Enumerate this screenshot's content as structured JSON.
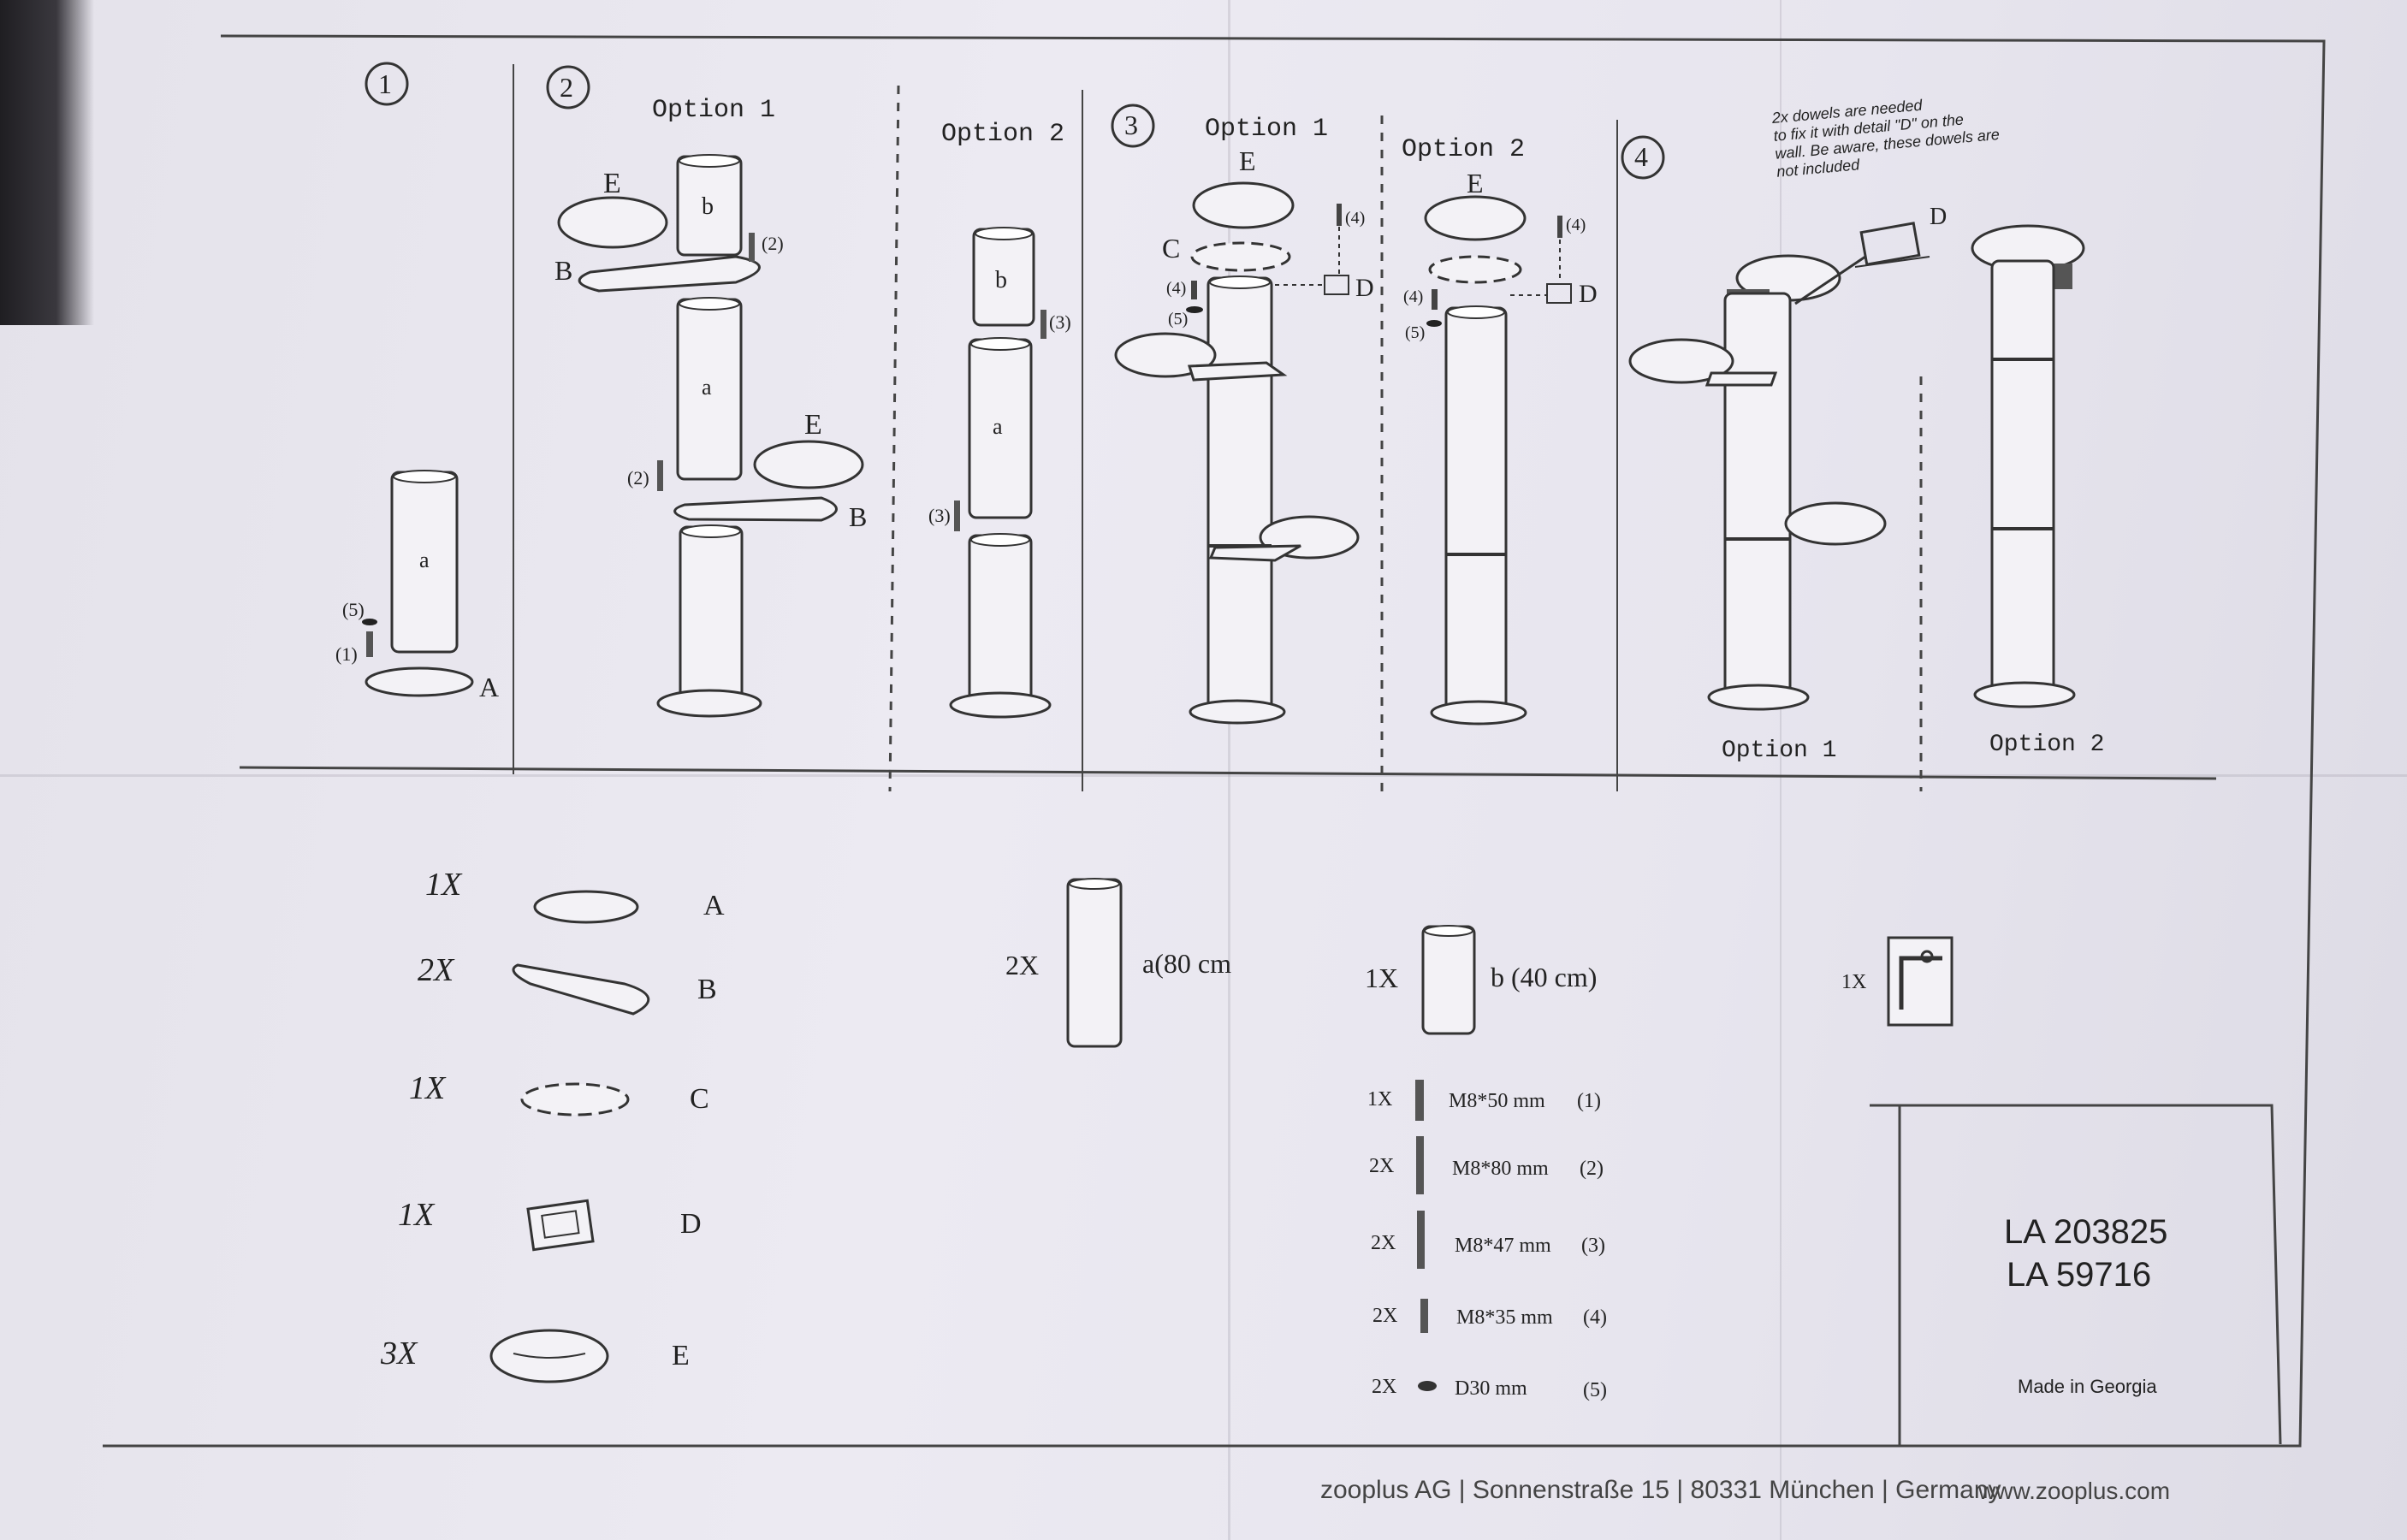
{
  "steps": {
    "step1": {
      "num": "1",
      "labels": {
        "a": "a",
        "A": "A",
        "s5": "(5)",
        "s1": "(1)"
      }
    },
    "step2": {
      "num": "2",
      "opt1": {
        "title": "Option 1",
        "E1": "E",
        "b": "b",
        "s2a": "(2)",
        "B1": "B",
        "a": "a",
        "E2": "E",
        "s2b": "(2)",
        "B2": "B"
      },
      "opt2": {
        "title": "Option 2",
        "b": "b",
        "s3a": "(3)",
        "a": "a",
        "s3b": "(3)"
      }
    },
    "step3": {
      "num": "3",
      "opt1": {
        "title": "Option 1",
        "E": "E",
        "s4a": "(4)",
        "C": "C",
        "D": "D",
        "s4b": "(4)",
        "s5": "(5)"
      },
      "opt2": {
        "title": "Option 2",
        "E": "E",
        "s4a": "(4)",
        "D": "D",
        "s4b": "(4)",
        "s5": "(5)"
      }
    },
    "step4": {
      "num": "4",
      "note": [
        "2x dowels are needed",
        "to fix it with detail \"D\" on the",
        "wall. Be aware, these dowels are",
        "not included"
      ],
      "D": "D",
      "opt1": "Option 1",
      "opt2": "Option 2"
    }
  },
  "parts": [
    {
      "qty": "1X",
      "label": "A"
    },
    {
      "qty": "2X",
      "label": "B"
    },
    {
      "qty": "1X",
      "label": "C"
    },
    {
      "qty": "1X",
      "label": "D"
    },
    {
      "qty": "3X",
      "label": "E"
    }
  ],
  "tubes": [
    {
      "qty": "2X",
      "label": "a(80 cm"
    },
    {
      "qty": "1X",
      "label": "b (40 cm)"
    }
  ],
  "bracket": {
    "qty": "1X"
  },
  "screws": [
    {
      "qty": "1X",
      "spec": "M8*50 mm",
      "id": "(1)"
    },
    {
      "qty": "2X",
      "spec": "M8*80 mm",
      "id": "(2)"
    },
    {
      "qty": "2X",
      "spec": "M8*47 mm",
      "id": "(3)"
    },
    {
      "qty": "2X",
      "spec": "M8*35 mm",
      "id": "(4)"
    },
    {
      "qty": "2X",
      "spec": "D30 mm",
      "id": "(5)"
    }
  ],
  "product": {
    "code1": "LA 203825",
    "code2": "LA 59716",
    "origin": "Made in Georgia"
  },
  "footer": {
    "company": "zooplus AG | Sonnenstraße 15 | 80331 München | Germany",
    "website": "www.zooplus.com"
  }
}
